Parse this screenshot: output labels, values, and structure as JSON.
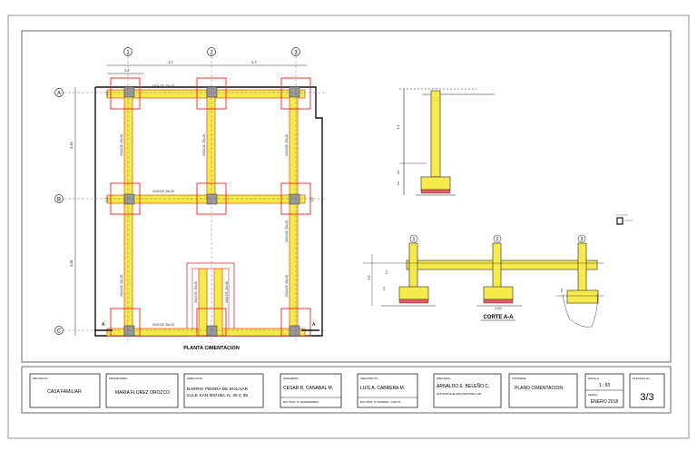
{
  "plan": {
    "title": "PLANTA CIMENTACION",
    "axis_cols": [
      "1",
      "2",
      "3"
    ],
    "axis_rows": [
      "A",
      "B",
      "C"
    ],
    "dim_top": [
      "0.7",
      "3.7",
      "3.7"
    ],
    "dim_left": [
      "3.82",
      "4.81"
    ],
    "small_dims": [
      "1.0",
      "1.0",
      "1.0"
    ],
    "beam_h": [
      "VIGA DE .25x.20",
      "VIGA DE .25x.20",
      "VIGA DE .25x.20"
    ],
    "beam_v": [
      "VIGA DE .25x.20",
      "VIGA DE .25x.20",
      "VIGA DE .25x.20",
      "VIGA DE .25x.20",
      "VIGA DE .25x.20",
      "VIGA DE .25x.20",
      "VIGA DE .25x.20",
      "VIGA DE .25x.20"
    ],
    "section_marks": [
      "A",
      "A"
    ]
  },
  "section": {
    "title": "CORTE A-A",
    "axis_cols": [
      "1",
      "2",
      "3"
    ],
    "dims": [
      "2.4",
      "0.5",
      "0.5",
      "0.5",
      "0.3",
      "1.00",
      "1.2",
      "0.5"
    ]
  },
  "title_block": [
    {
      "label": "PROYECTO",
      "value": "CASA FAMILIAR",
      "sub": ""
    },
    {
      "label": "PROPIETARIO",
      "value": "MARIA FLOREZ OROZCO",
      "sub": ""
    },
    {
      "label": "DIRECCION",
      "value": "BARRIO PIEDRA DE BOLIVAR\nCLLE SAN MIGUEL N. 49 C 36",
      "sub": ""
    },
    {
      "label": "INGENIERO",
      "value": "CESAR R. CANABAL M.",
      "sub": "MAT. PROF. N° 13240000001BOL"
    },
    {
      "label": "ARQUITECTO",
      "value": "LUIS A. CABRERA M.",
      "sub": "MAT. PROF. N° A00000001 - CNATYR"
    },
    {
      "label": "DIBUJADO",
      "value": "ARNALDO E. BELEÑO C.",
      "sub": "ESTUDIANTE DE ARQUITECTURA U.NID"
    },
    {
      "label": "CONTIENE",
      "value": "PLANO CIMENTACION",
      "sub": ""
    }
  ],
  "scale": {
    "label": "ESCALA",
    "value": "1 : 50"
  },
  "date": {
    "label": "FECHA",
    "value": "ENERO 2018"
  },
  "plate": {
    "label": "PLANCHA No.",
    "value": "3/3"
  }
}
